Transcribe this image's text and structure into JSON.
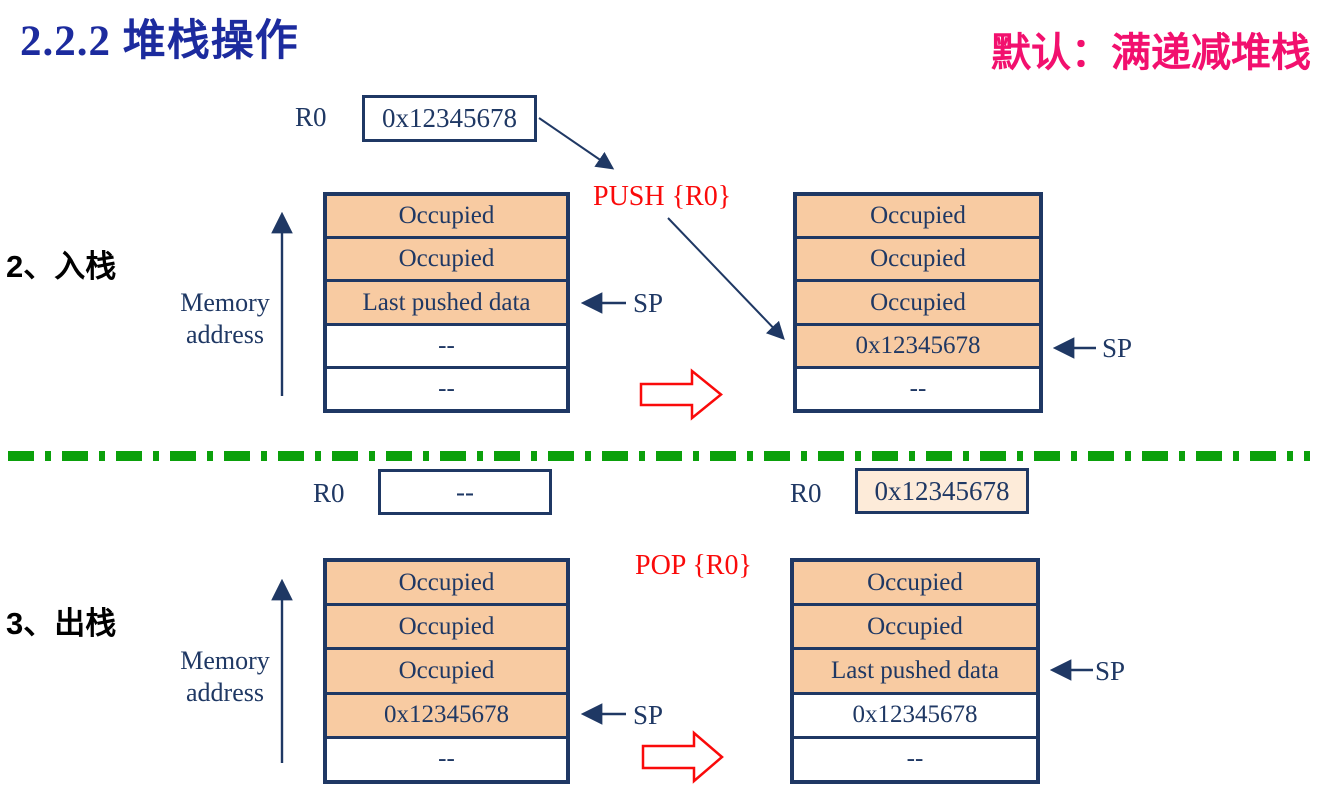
{
  "slide": {
    "title": "2.2.2 堆栈操作",
    "badge": "默认：满递减堆栈"
  },
  "colors": {
    "navy": "#1f3864",
    "title-blue": "#1c2b9e",
    "pink": "#f2106e",
    "red": "#fa0a0a",
    "green": "#0ba00b",
    "peach": "#f8cba2",
    "cream": "#fdebd9"
  },
  "push": {
    "heading": "2、入栈",
    "instruction": "PUSH {R0}",
    "register": {
      "name": "R0",
      "value": "0x12345678"
    },
    "memory_label": {
      "line1": "Memory",
      "line2": "address"
    },
    "sp_label": "SP",
    "stack_before": {
      "rows": [
        {
          "text": "Occupied",
          "filled": true
        },
        {
          "text": "Occupied",
          "filled": true
        },
        {
          "text": "Last pushed data",
          "filled": true
        },
        {
          "text": "--",
          "filled": false
        },
        {
          "text": "--",
          "filled": false
        }
      ],
      "sp_row": 2
    },
    "stack_after": {
      "rows": [
        {
          "text": "Occupied",
          "filled": true
        },
        {
          "text": "Occupied",
          "filled": true
        },
        {
          "text": "Occupied",
          "filled": true
        },
        {
          "text": "0x12345678",
          "filled": true
        },
        {
          "text": "--",
          "filled": false
        }
      ],
      "sp_row": 3
    }
  },
  "pop": {
    "heading": "3、出栈",
    "instruction": "POP {R0}",
    "register_before": {
      "name": "R0",
      "value": "--"
    },
    "register_after": {
      "name": "R0",
      "value": "0x12345678"
    },
    "memory_label": {
      "line1": "Memory",
      "line2": "address"
    },
    "sp_label": "SP",
    "stack_before": {
      "rows": [
        {
          "text": "Occupied",
          "filled": true
        },
        {
          "text": "Occupied",
          "filled": true
        },
        {
          "text": "Occupied",
          "filled": true
        },
        {
          "text": "0x12345678",
          "filled": true
        },
        {
          "text": "--",
          "filled": false
        }
      ],
      "sp_row": 3
    },
    "stack_after": {
      "rows": [
        {
          "text": "Occupied",
          "filled": true
        },
        {
          "text": "Occupied",
          "filled": true
        },
        {
          "text": "Last pushed data",
          "filled": true
        },
        {
          "text": "0x12345678",
          "filled": false
        },
        {
          "text": "--",
          "filled": false
        }
      ],
      "sp_row": 2
    }
  }
}
